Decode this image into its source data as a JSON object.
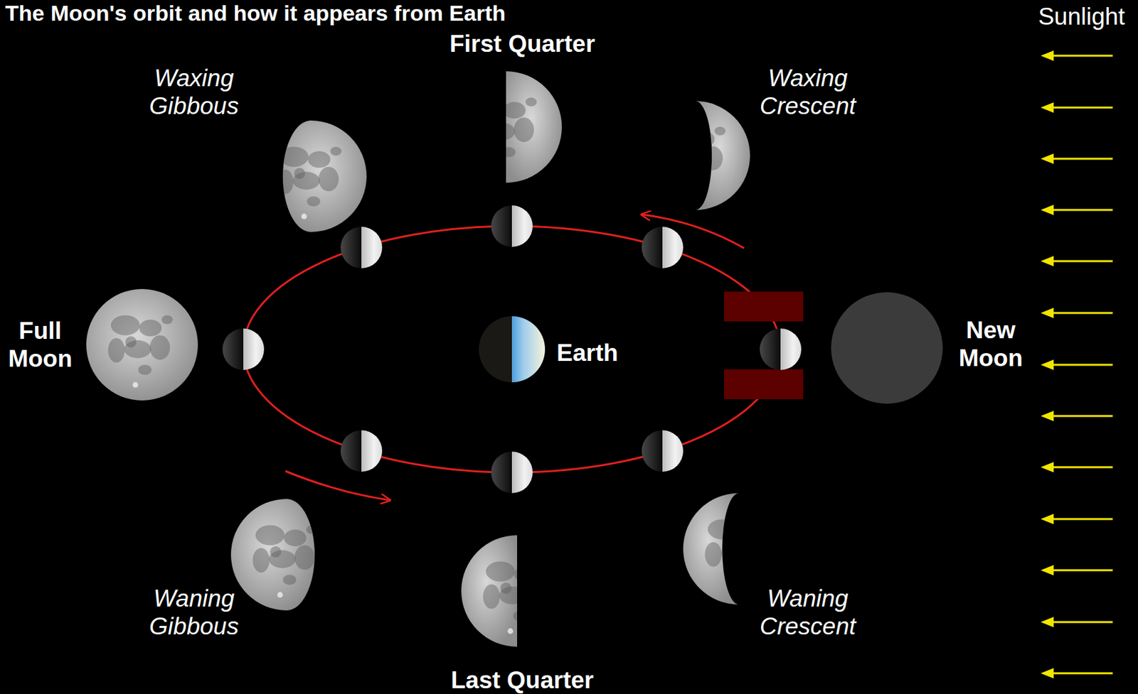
{
  "diagram": {
    "title": "The Moon's orbit and how it appears from Earth",
    "nodes": [
      {
        "text": [
          "First Quarter"
        ]
      },
      {
        "text": [
          "Waxing Gibbous"
        ]
      },
      {
        "text": [
          "Waxing Crescent"
        ]
      },
      {
        "text": [
          "Full Moon"
        ]
      },
      {
        "text": [
          "Earth"
        ]
      },
      {
        "text": [
          "New Moon"
        ]
      },
      {
        "text": [
          "Waning Gibbous"
        ]
      },
      {
        "text": [
          "Waning Crescent"
        ]
      },
      {
        "text": [
          "Last Quarter"
        ]
      }
    ],
    "labels": [
      "Sunlight"
    ]
  }
}
